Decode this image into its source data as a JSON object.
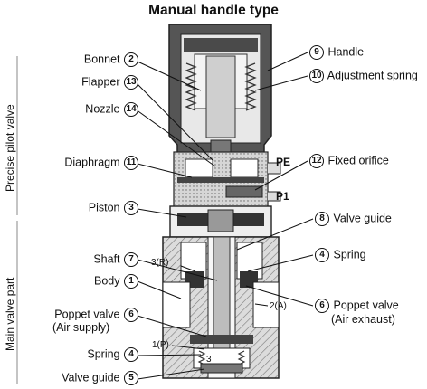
{
  "title": "Manual handle type",
  "side_labels": {
    "pilot": "Precise pilot valve",
    "main": "Main valve part"
  },
  "left_labels": [
    {
      "text": "Bonnet",
      "num": "2"
    },
    {
      "text": "Flapper",
      "num": "13"
    },
    {
      "text": "Nozzle",
      "num": "14"
    },
    {
      "text": "Diaphragm",
      "num": "11"
    },
    {
      "text": "Piston",
      "num": "3"
    },
    {
      "text": "Shaft",
      "num": "7"
    },
    {
      "text": "Body",
      "num": "1"
    },
    {
      "text": "Poppet valve",
      "sub": "(Air supply)",
      "num": "6"
    },
    {
      "text": "Spring",
      "num": "4"
    },
    {
      "text": "Valve guide",
      "num": "5"
    }
  ],
  "right_labels": [
    {
      "text": "Handle",
      "num": "9"
    },
    {
      "text": "Adjustment spring",
      "num": "10"
    },
    {
      "text": "Fixed orifice",
      "num": "12"
    },
    {
      "text": "Valve guide",
      "num": "8"
    },
    {
      "text": "Spring",
      "num": "4"
    },
    {
      "text": "Poppet valve",
      "sub": "(Air exhaust)",
      "num": "6"
    }
  ],
  "ports": {
    "pe": "PE",
    "p1": "P1",
    "port3": "3(R)",
    "port2": "2(A)",
    "port1": "1(P)",
    "inner3": "3"
  }
}
